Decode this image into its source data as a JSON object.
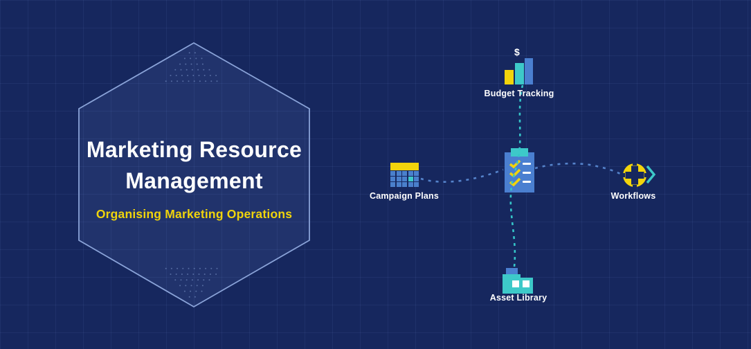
{
  "title": {
    "line1": "Marketing Resource",
    "line2": "Management",
    "subtitle": "Organising Marketing Operations"
  },
  "diagram": {
    "center_node": {
      "icon": "clipboard-checklist-icon",
      "checklist_rows": 3
    },
    "nodes": [
      {
        "id": "budget-tracking",
        "label": "Budget Tracking",
        "icon": "bar-chart-icon",
        "currency_symbol": "$"
      },
      {
        "id": "campaign-plans",
        "label": "Campaign Plans",
        "icon": "calendar-icon"
      },
      {
        "id": "workflows",
        "label": "Workflows",
        "icon": "gear-icon"
      },
      {
        "id": "asset-library",
        "label": "Asset Library",
        "icon": "folder-icon"
      }
    ]
  },
  "colors": {
    "background": "#16275e",
    "accent_yellow": "#f2d40c",
    "accent_teal": "#3dc9c9",
    "icon_blue": "#4a7fd0",
    "connector_teal": "#35c5c8",
    "connector_blue": "#5583cb",
    "hexagon_stroke": "#8aa3d8",
    "text_white": "#ffffff"
  }
}
